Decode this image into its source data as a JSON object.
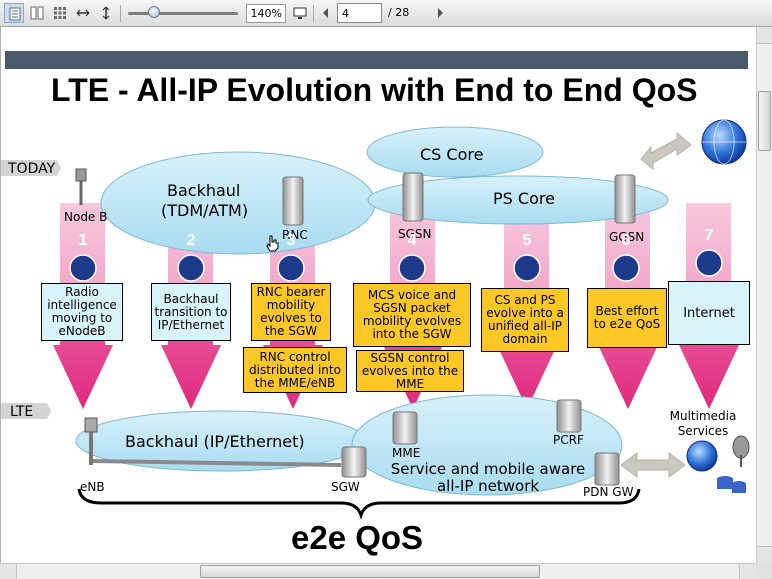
{
  "toolbar": {
    "zoom": "140%",
    "current_page": "4",
    "total_pages": "/ 28",
    "icons": [
      "single-page-icon",
      "two-page-icon",
      "thumbnails-icon",
      "fit-width-icon",
      "fit-height-icon",
      "zoom-slider",
      "fullscreen-icon",
      "prev-page-icon",
      "next-page-icon"
    ]
  },
  "slide": {
    "title": "LTE -  All-IP Evolution with End to End QoS",
    "today_label": "TODAY",
    "lte_label": "LTE",
    "cs_core": "CS Core",
    "ps_core": "PS Core",
    "backhaul_today_1": "Backhaul",
    "backhaul_today_2": "(TDM/ATM)",
    "node_b": "Node B",
    "rnc": "RNC",
    "sgsn": "SGSN",
    "ggsn": "GGSN",
    "steps": [
      {
        "num": "1",
        "text": "Radio intelligence moving to eNodeB"
      },
      {
        "num": "2",
        "text": "Backhaul transition to IP/Ethernet"
      },
      {
        "num": "3",
        "text": "RNC bearer mobility evolves to the SGW"
      },
      {
        "num": "4",
        "text": "MCS voice and SGSN packet mobility evolves into the SGW"
      },
      {
        "num": "5",
        "text": "CS and PS evolve into a unified all-IP domain"
      },
      {
        "num": "6",
        "text": "Best effort to e2e QoS"
      },
      {
        "num": "7",
        "text": "Internet"
      }
    ],
    "rnc_control": "RNC control distributed into the MME/eNB",
    "sgsn_control": "SGSN control evolves into the MME",
    "backhaul_lte": "Backhaul  (IP/Ethernet)",
    "mme": "MME",
    "pcrf": "PCRF",
    "service_network": "Service and mobile aware all-IP network",
    "enb": "eNB",
    "sgw": "SGW",
    "pdn_gw": "PDN GW",
    "multimedia": "Multimedia Services",
    "e2e_qos": "e2e QoS"
  },
  "colors": {
    "pillar_pink": "#f6bfd9",
    "pillar_magenta": "#e63c8d",
    "ellipse_fill": "#c4e8f6",
    "header_bar": "#4a5a6a",
    "step_cyan": "#d6f4fa",
    "step_yellow": "#fdc826"
  }
}
